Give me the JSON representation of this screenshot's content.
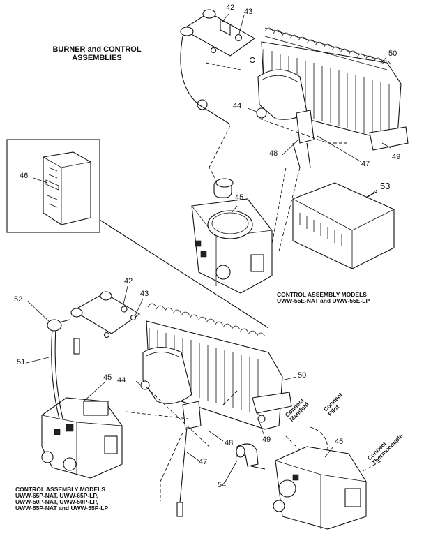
{
  "diagram": {
    "title": "BURNER and CONTROL\nASSEMBLIES",
    "caption_top": "CONTROL ASSEMBLY MODELS\nUWW-55E-NAT and UWW-55E-LP",
    "caption_bottom": "CONTROL ASSEMBLY MODELS\nUWW-65P-NAT, UWW-65P-LP,\nUWW-50P-NAT, UWW-50P-LP,\nUWW-55P-NAT and UWW-55P-LP",
    "connect_manifold": "Connect\nManifold",
    "connect_pilot": "Connect\nPilot",
    "connect_thermocouple": "Connect\nThermocouple",
    "callouts": {
      "c42a": "42",
      "c43a": "43",
      "c50a": "50",
      "c44a": "44",
      "c46": "46",
      "c48a": "48",
      "c47a": "47",
      "c49a": "49",
      "c53": "53",
      "c45a": "45",
      "c52": "52",
      "c42b": "42",
      "c43b": "43",
      "c51": "51",
      "c45b": "45",
      "c44b": "44",
      "c50b": "50",
      "c48b": "48",
      "c49b": "49",
      "c47b": "47",
      "c54": "54",
      "c45c": "45"
    }
  }
}
